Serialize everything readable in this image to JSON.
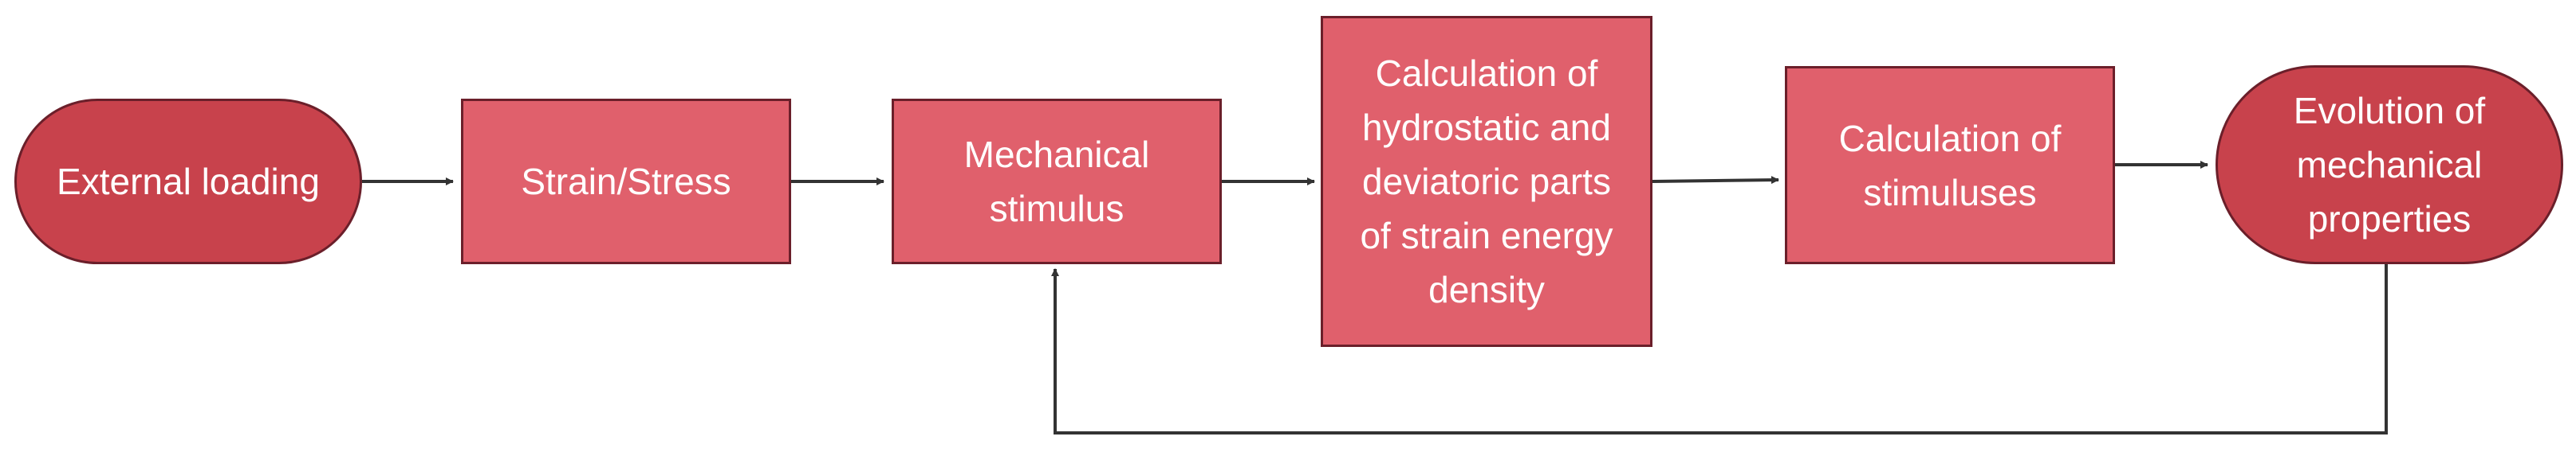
{
  "diagram": {
    "nodes": [
      {
        "id": "external-loading",
        "shape": "terminal",
        "label": "External loading"
      },
      {
        "id": "strain-stress",
        "shape": "process",
        "label": "Strain/Stress"
      },
      {
        "id": "mechanical-stimulus",
        "shape": "process",
        "label": "Mechanical\nstimulus"
      },
      {
        "id": "strain-energy-calc",
        "shape": "process",
        "label": "Calculation of\nhydrostatic and\ndeviatoric parts\nof strain energy\ndensity"
      },
      {
        "id": "stimuluses-calc",
        "shape": "process",
        "label": "Calculation of\nstimuluses"
      },
      {
        "id": "evolution",
        "shape": "terminal",
        "label": "Evolution of\nmechanical\nproperties"
      }
    ],
    "edges": [
      {
        "from": "external-loading",
        "to": "strain-stress"
      },
      {
        "from": "strain-stress",
        "to": "mechanical-stimulus"
      },
      {
        "from": "mechanical-stimulus",
        "to": "strain-energy-calc"
      },
      {
        "from": "strain-energy-calc",
        "to": "stimuluses-calc"
      },
      {
        "from": "stimuluses-calc",
        "to": "evolution"
      },
      {
        "from": "evolution",
        "to": "mechanical-stimulus",
        "type": "feedback"
      }
    ],
    "colors": {
      "terminal_fill": "#c8424c",
      "process_fill": "#e0606c",
      "outline": "#6b1f2a",
      "text": "#ffffff",
      "connector": "#333333"
    }
  }
}
